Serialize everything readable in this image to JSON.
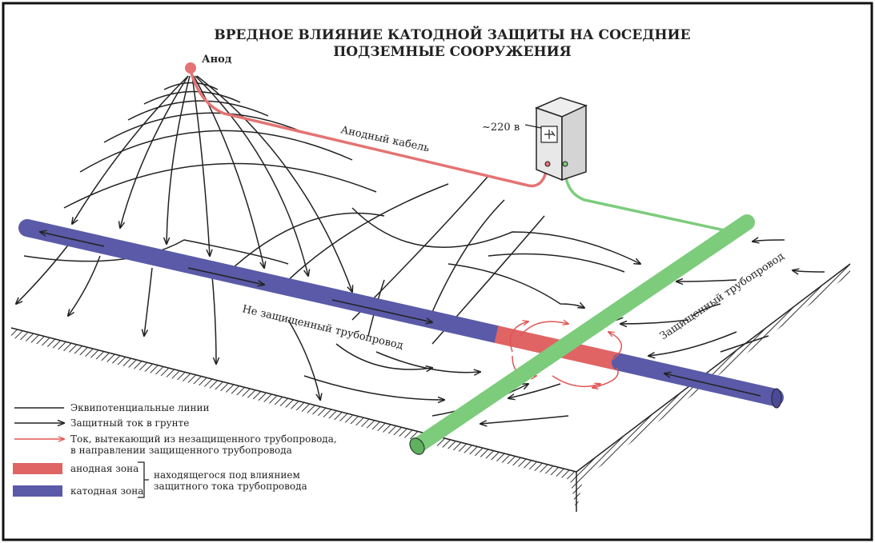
{
  "title": {
    "line1": "ВРЕДНОЕ ВЛИЯНИЕ КАТОДНОЙ ЗАЩИТЫ НА СОСЕДНИЕ",
    "line2": "ПОДЗЕМНЫЕ СООРУЖЕНИЯ"
  },
  "labels": {
    "anode": "Анод",
    "anode_cable": "Анодный кабель",
    "voltage": "~220 в",
    "unprotected_pipe": "Не защищенный трубопровод",
    "protected_pipe": "Защищенный трубопровод"
  },
  "legend": {
    "equipotential": "Эквипотенциальные линии",
    "protective_current": "Защитный ток в грунте",
    "leak_current_1": "Ток, вытекающий из незащищенного трубопровода,",
    "leak_current_2": "в направлении защищенного трубопровода",
    "anode_zone": "анодная зона",
    "cathode_zone": "катодная зона",
    "bracket_note_1": "находящегося под влиянием",
    "bracket_note_2": "защитного тока трубопровода"
  },
  "colors": {
    "cathode_zone": "#5a5aa8",
    "anode_zone": "#e06464",
    "protected_pipe": "#7ccc7c",
    "anode_cable": "#e57373",
    "lines": "#222222"
  }
}
